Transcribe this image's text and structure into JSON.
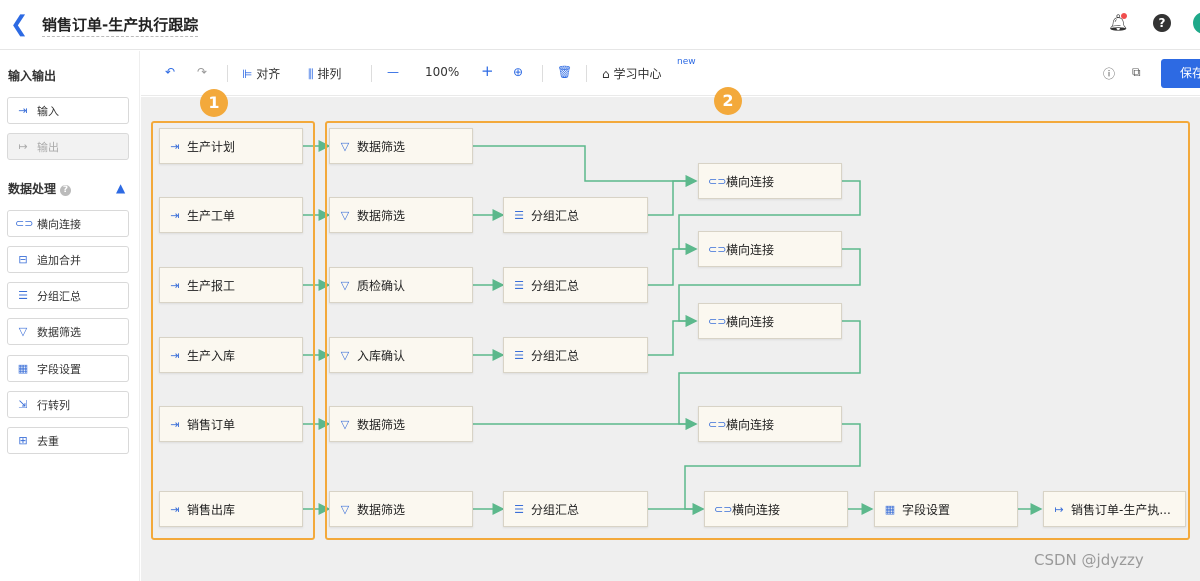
{
  "header": {
    "title": "销售订单-生产执行跟踪"
  },
  "sidebar": {
    "io_title": "输入输出",
    "io_items": [
      {
        "label": "输入",
        "icon": "input-icon",
        "enabled": true
      },
      {
        "label": "输出",
        "icon": "output-icon",
        "enabled": false
      }
    ],
    "proc_title": "数据处理",
    "proc_items": [
      {
        "label": "横向连接",
        "icon": "link-icon"
      },
      {
        "label": "追加合并",
        "icon": "append-merge-icon"
      },
      {
        "label": "分组汇总",
        "icon": "list-icon"
      },
      {
        "label": "数据筛选",
        "icon": "filter-icon"
      },
      {
        "label": "字段设置",
        "icon": "table-icon"
      },
      {
        "label": "行转列",
        "icon": "pivot-icon"
      },
      {
        "label": "去重",
        "icon": "dedupe-icon"
      }
    ]
  },
  "toolbar": {
    "align": "对齐",
    "arrange": "排列",
    "zoom": "100%",
    "learn": "学习中心",
    "new_tag": "new",
    "save": "保存"
  },
  "canvas": {
    "badges": [
      "1",
      "2"
    ],
    "nodes": {
      "in_plan": "生产计划",
      "in_workorder": "生产工单",
      "in_report": "生产报工",
      "in_stockin": "生产入库",
      "in_salesorder": "销售订单",
      "in_salesout": "销售出库",
      "f1": "数据筛选",
      "f2": "数据筛选",
      "f3": "质检确认",
      "f4": "入库确认",
      "f5": "数据筛选",
      "f6": "数据筛选",
      "g2": "分组汇总",
      "g3": "分组汇总",
      "g4": "分组汇总",
      "g6": "分组汇总",
      "j1": "横向连接",
      "j2": "横向连接",
      "j3": "横向连接",
      "j4": "横向连接",
      "j5": "横向连接",
      "fields": "字段设置",
      "output": "销售订单-生产执..."
    }
  },
  "watermark": "CSDN @jdyzzy",
  "colors": {
    "accent": "#2d6ae3",
    "group_border": "#f3a93b",
    "link": "#5cb88c",
    "node_bg": "#fbf8f0",
    "canvas_bg": "#efefef"
  }
}
